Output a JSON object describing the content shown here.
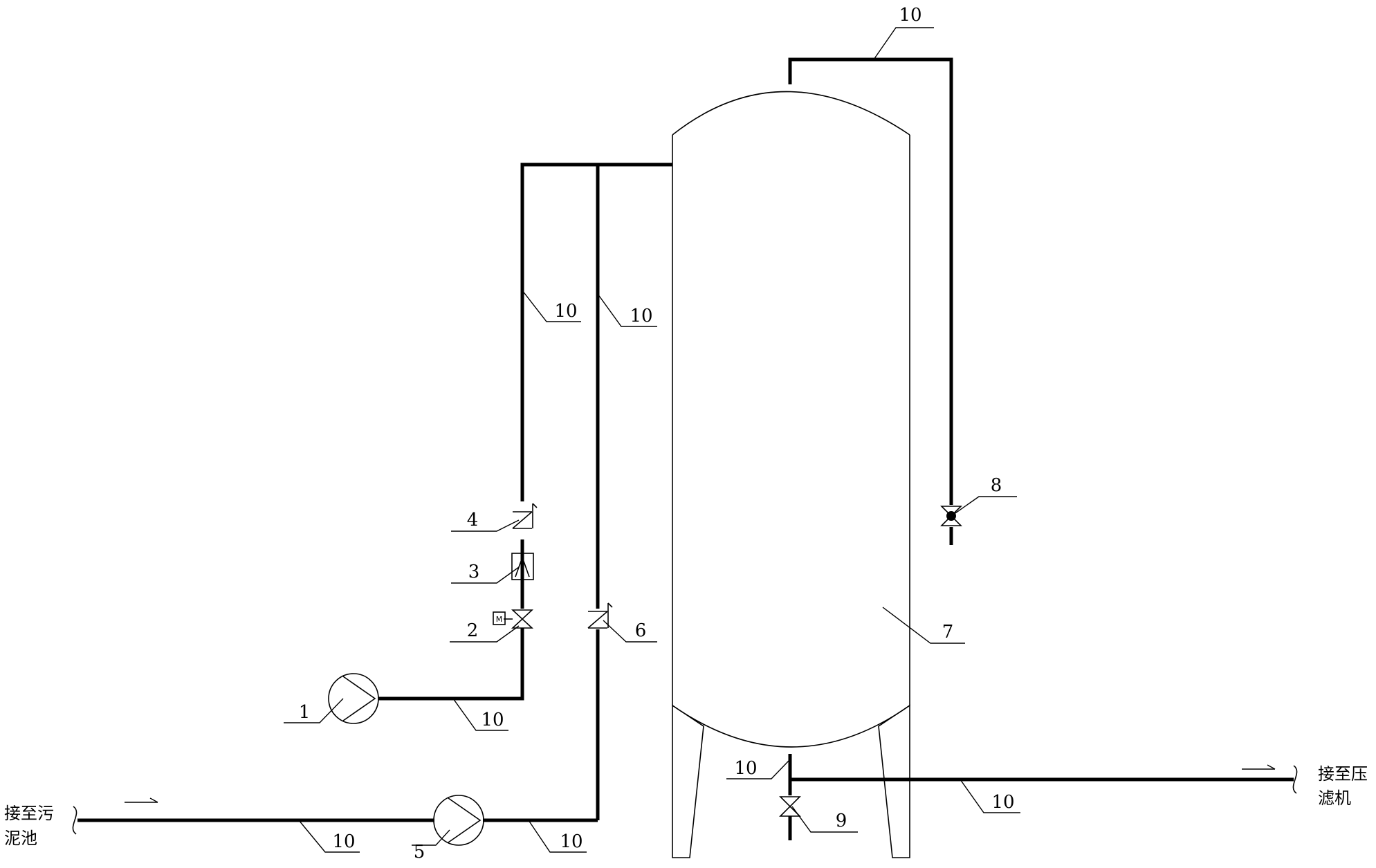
{
  "labels": {
    "pump_1": "1",
    "valve_2": "2",
    "flowmeter_3": "3",
    "check_valve_4": "4",
    "pump_5": "5",
    "check_valve_6": "6",
    "tank_7": "7",
    "valve_8": "8",
    "valve_9": "9",
    "pipe": "10",
    "motor": "M"
  },
  "connections": {
    "inlet_line1": "接至污",
    "inlet_line2": "泥池",
    "outlet_line1": "接至压",
    "outlet_line2": "滤机"
  }
}
